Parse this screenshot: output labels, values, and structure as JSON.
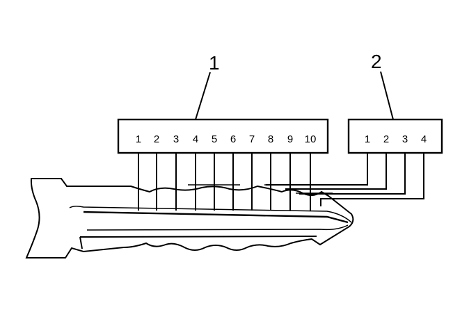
{
  "callouts": {
    "left": "1",
    "right": "2"
  },
  "connector_left": {
    "positions": [
      "1",
      "2",
      "3",
      "4",
      "5",
      "6",
      "7",
      "8",
      "9",
      "10"
    ]
  },
  "connector_right": {
    "positions": [
      "1",
      "2",
      "3",
      "4"
    ]
  },
  "colors": {
    "line": "#000000",
    "background": "#ffffff"
  }
}
